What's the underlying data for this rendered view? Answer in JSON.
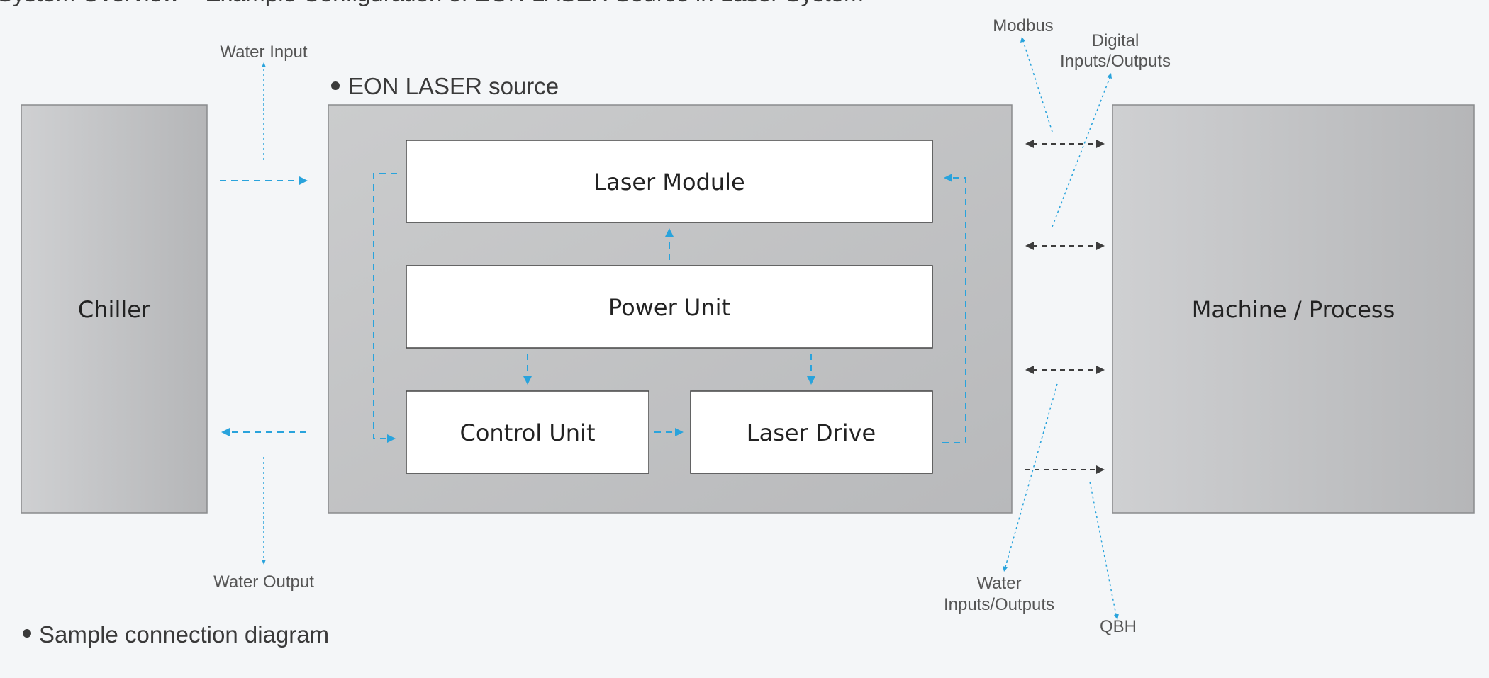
{
  "top_text": "System Overview – Example Configuration of EON LASER Source in Laser System",
  "source_title": "EON LASER source",
  "blocks": {
    "chiller": "Chiller",
    "machine": "Machine / Process",
    "laser_module": "Laser Module",
    "power_unit": "Power Unit",
    "control_unit": "Control Unit",
    "laser_drive": "Laser Drive"
  },
  "annotations": {
    "water_input": "Water Input",
    "water_output": "Water Output",
    "modbus": "Modbus",
    "digital_io_line1": "Digital",
    "digital_io_line2": "Inputs/Outputs",
    "water_io_line1": "Water",
    "water_io_line2": "Inputs/Outputs",
    "qbh": "QBH"
  },
  "caption": "Sample connection diagram",
  "colors": {
    "background": "#f4f6f8",
    "flow_arrow": "#29a3dc",
    "interface_arrow": "#3d3d3d",
    "block_fill": "#ffffff",
    "panel_fill": "#c3c4c6"
  }
}
